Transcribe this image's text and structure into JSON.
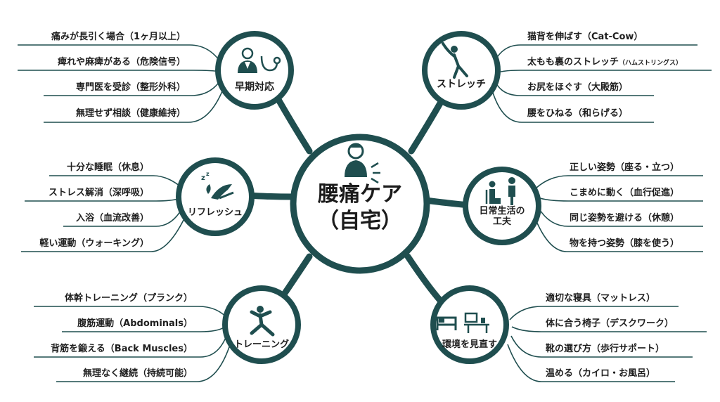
{
  "center": {
    "line1": "腰痛ケア",
    "line2": "（自宅）",
    "icon": "person-back-pain-icon"
  },
  "colors": {
    "primary": "#1f4e4f",
    "text": "#1e1e1e",
    "background": "#ffffff"
  },
  "branches": [
    {
      "id": "early",
      "label": "早期対応",
      "icon": "doctor-stethoscope-icon",
      "items": [
        "痛みが長引く場合（1ヶ月以上）",
        "痺れや麻痺がある（危険信号）",
        "専門医を受診（整形外科）",
        "無理せず相談（健康維持）"
      ]
    },
    {
      "id": "stretch",
      "label": "ストレッチ",
      "icon": "stretching-person-icon",
      "items": [
        "猫背を伸ばす（Cat-Cow）",
        "太もも裏のストレッチ",
        "お尻をほぐす（大殿筋）",
        "腰をひねる（和らげる）"
      ],
      "item_notes": [
        "",
        "（ハムストリングス）",
        "",
        ""
      ]
    },
    {
      "id": "refresh",
      "label": "リフレッシュ",
      "icon": "sleeping-person-icon",
      "items": [
        "十分な睡眠（休息）",
        "ストレス解消（深呼吸）",
        "入浴（血流改善）",
        "軽い運動（ウォーキング）"
      ]
    },
    {
      "id": "daily",
      "label_line1": "日常生活の",
      "label_line2": "工夫",
      "icon": "sitting-standing-icon",
      "items": [
        "正しい姿勢（座る・立つ）",
        "こまめに動く（血行促進）",
        "同じ姿勢を避ける（休憩）",
        "物を持つ姿勢（膝を使う）"
      ]
    },
    {
      "id": "training",
      "label": "トレーニング",
      "icon": "exercise-lunge-icon",
      "items": [
        "体幹トレーニング（プランク）",
        "腹筋運動（Abdominals）",
        "背筋を鍛える（Back Muscles）",
        "無理なく継続（持続可能）"
      ]
    },
    {
      "id": "env",
      "label": "環境を見直す",
      "icon": "bed-desk-icon",
      "items": [
        "適切な寝具（マットレス）",
        "体に合う椅子（デスクワーク）",
        "靴の選び方（歩行サポート）",
        "温める（カイロ・お風呂）"
      ]
    }
  ]
}
